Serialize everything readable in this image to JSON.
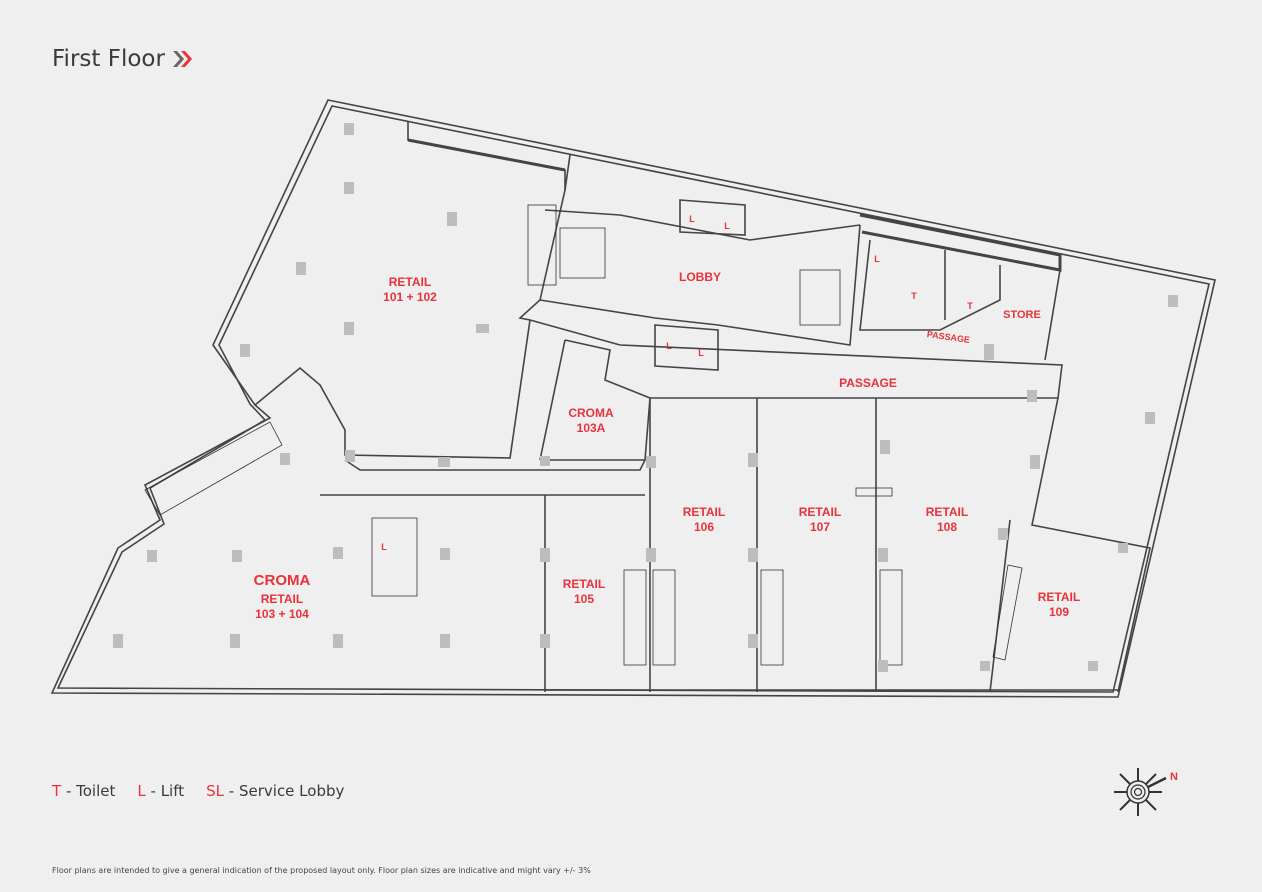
{
  "header": {
    "title": "First Floor",
    "chevron_icon": "double-chevron-right-icon",
    "accent": "#e8333a"
  },
  "rooms": {
    "retail_101_102": [
      "RETAIL",
      "101 + 102"
    ],
    "lobby": "LOBBY",
    "store": "STORE",
    "passage_small": "PASSAGE",
    "passage": "PASSAGE",
    "croma_103a": [
      "CROMA",
      "103A"
    ],
    "retail_106": [
      "RETAIL",
      "106"
    ],
    "retail_107": [
      "RETAIL",
      "107"
    ],
    "retail_108": [
      "RETAIL",
      "108"
    ],
    "retail_109": [
      "RETAIL",
      "109"
    ],
    "retail_105": [
      "RETAIL",
      "105"
    ],
    "croma_103_104": [
      "CROMA",
      "RETAIL",
      "103 + 104"
    ],
    "lift": "L",
    "toilet": "T"
  },
  "legend": [
    {
      "key": "T",
      "label": "- Toilet"
    },
    {
      "key": "L",
      "label": "- Lift"
    },
    {
      "key": "SL",
      "label": "- Service Lobby"
    }
  ],
  "compass": {
    "label": "N"
  },
  "footer": "Floor plans are intended to give a general indication of the proposed layout only. Floor plan sizes are indicative and might vary +/- 3%"
}
